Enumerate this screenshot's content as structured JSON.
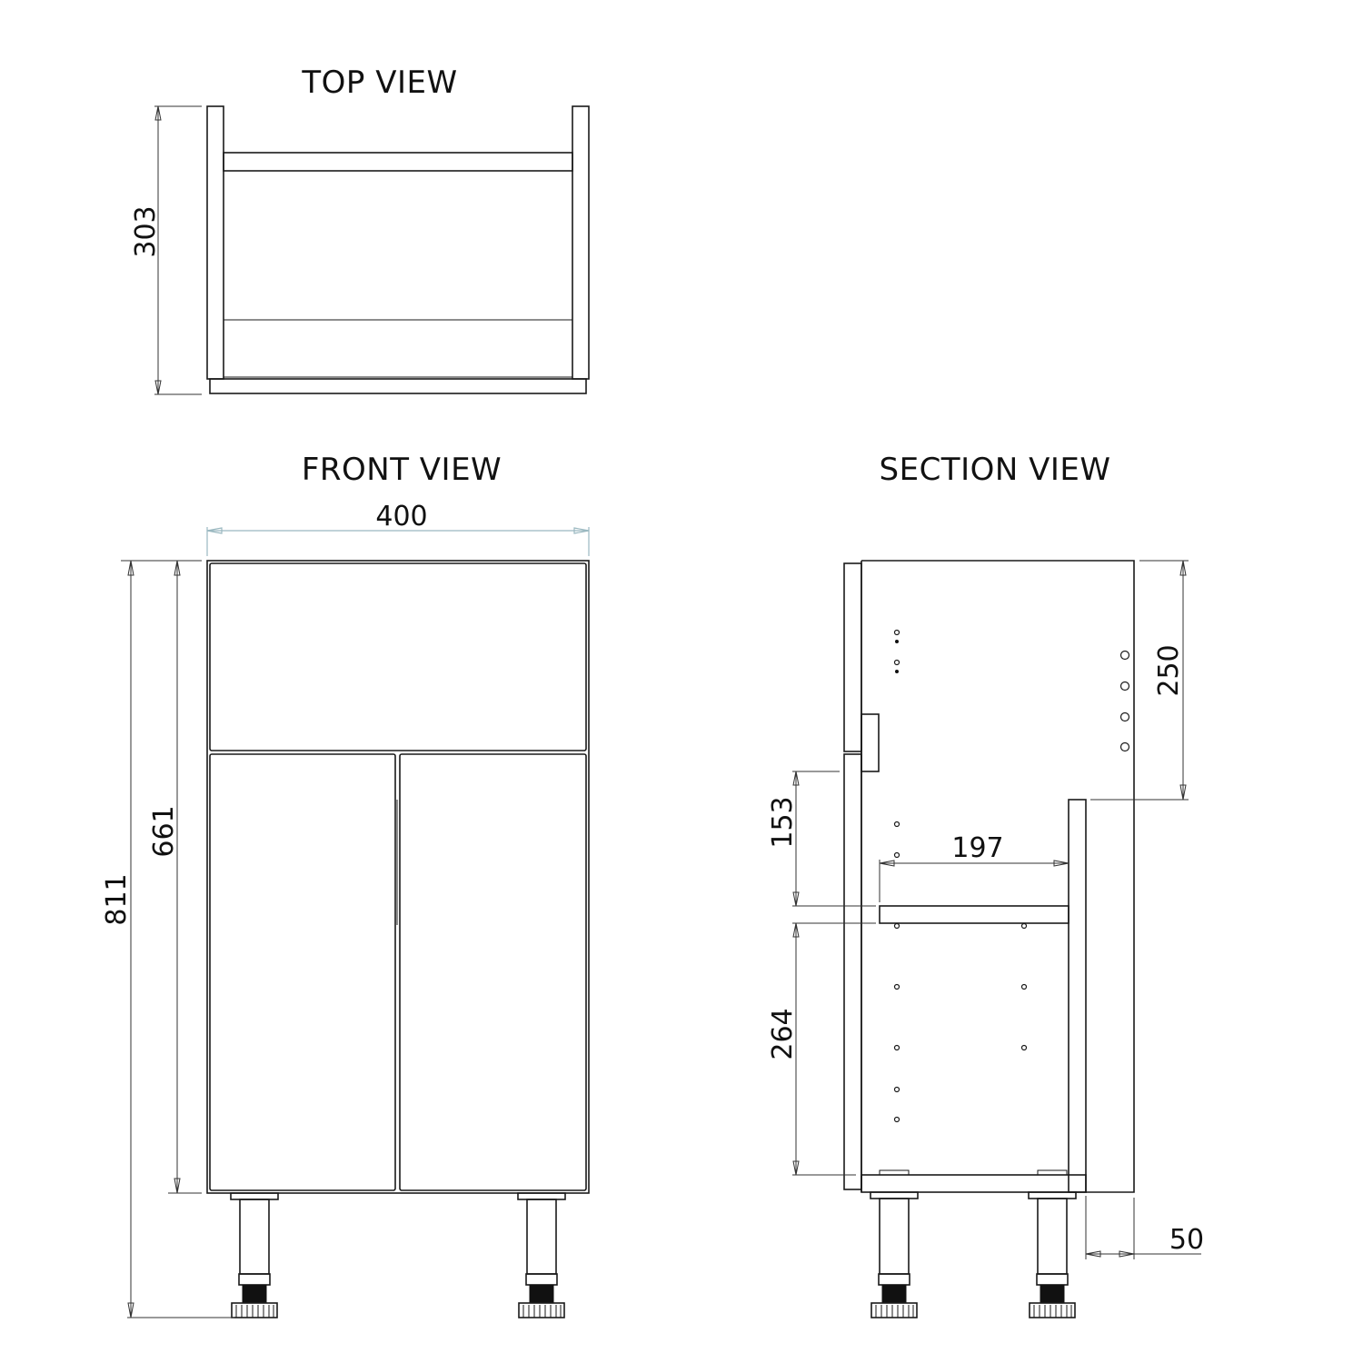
{
  "views": {
    "top": {
      "title": "TOP VIEW",
      "depth_dim": "303"
    },
    "front": {
      "title": "FRONT VIEW",
      "width_dim": "400",
      "carcass_height_dim": "661",
      "total_height_dim": "811"
    },
    "section": {
      "title": "SECTION VIEW",
      "drawer_height_dim": "250",
      "upper_gap_dim": "153",
      "shelf_depth_dim": "197",
      "lower_gap_dim": "264",
      "recess_dim": "50"
    }
  },
  "colors": {
    "line": "#1a1a1a",
    "dimension_blue": "#9ab8c0",
    "background": "#ffffff"
  }
}
